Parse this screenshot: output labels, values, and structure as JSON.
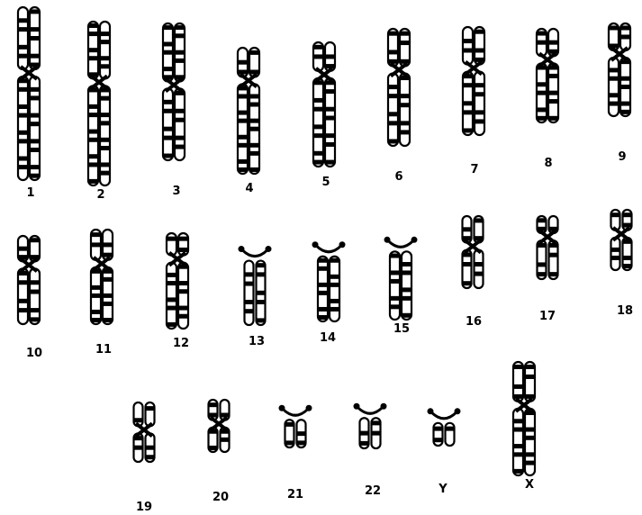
{
  "figure": {
    "labels": [
      "1",
      "2",
      "3",
      "4",
      "5",
      "6",
      "7",
      "8",
      "9",
      "10",
      "11",
      "12",
      "13",
      "14",
      "15",
      "16",
      "17",
      "18",
      "19",
      "20",
      "21",
      "22",
      "Y",
      "X"
    ]
  },
  "colors": {
    "ink": "#000000",
    "paper": "#ffffff"
  },
  "chromosomes": [
    {
      "label_index": 0,
      "centromere": 0.38,
      "style": "meta"
    },
    {
      "label_index": 1,
      "centromere": 0.37,
      "style": "meta"
    },
    {
      "label_index": 2,
      "centromere": 0.45,
      "style": "meta"
    },
    {
      "label_index": 3,
      "centromere": 0.26,
      "style": "meta"
    },
    {
      "label_index": 4,
      "centromere": 0.26,
      "style": "meta"
    },
    {
      "label_index": 5,
      "centromere": 0.35,
      "style": "meta"
    },
    {
      "label_index": 6,
      "centromere": 0.38,
      "style": "meta"
    },
    {
      "label_index": 7,
      "centromere": 0.33,
      "style": "meta"
    },
    {
      "label_index": 8,
      "centromere": 0.33,
      "style": "meta"
    },
    {
      "label_index": 9,
      "centromere": 0.33,
      "style": "meta"
    },
    {
      "label_index": 10,
      "centromere": 0.36,
      "style": "meta"
    },
    {
      "label_index": 11,
      "centromere": 0.27,
      "style": "meta"
    },
    {
      "label_index": 12,
      "centromere": 0.12,
      "style": "acro"
    },
    {
      "label_index": 13,
      "centromere": 0.14,
      "style": "acro"
    },
    {
      "label_index": 14,
      "centromere": 0.14,
      "style": "acro"
    },
    {
      "label_index": 15,
      "centromere": 0.42,
      "style": "meta"
    },
    {
      "label_index": 16,
      "centromere": 0.33,
      "style": "meta"
    },
    {
      "label_index": 17,
      "centromere": 0.4,
      "style": "meta"
    },
    {
      "label_index": 18,
      "centromere": 0.46,
      "style": "meta"
    },
    {
      "label_index": 19,
      "centromere": 0.46,
      "style": "meta"
    },
    {
      "label_index": 20,
      "centromere": 0.25,
      "style": "acro"
    },
    {
      "label_index": 21,
      "centromere": 0.25,
      "style": "acro"
    },
    {
      "label_index": 22,
      "centromere": 0.35,
      "style": "acro"
    },
    {
      "label_index": 23,
      "centromere": 0.38,
      "style": "meta"
    }
  ]
}
